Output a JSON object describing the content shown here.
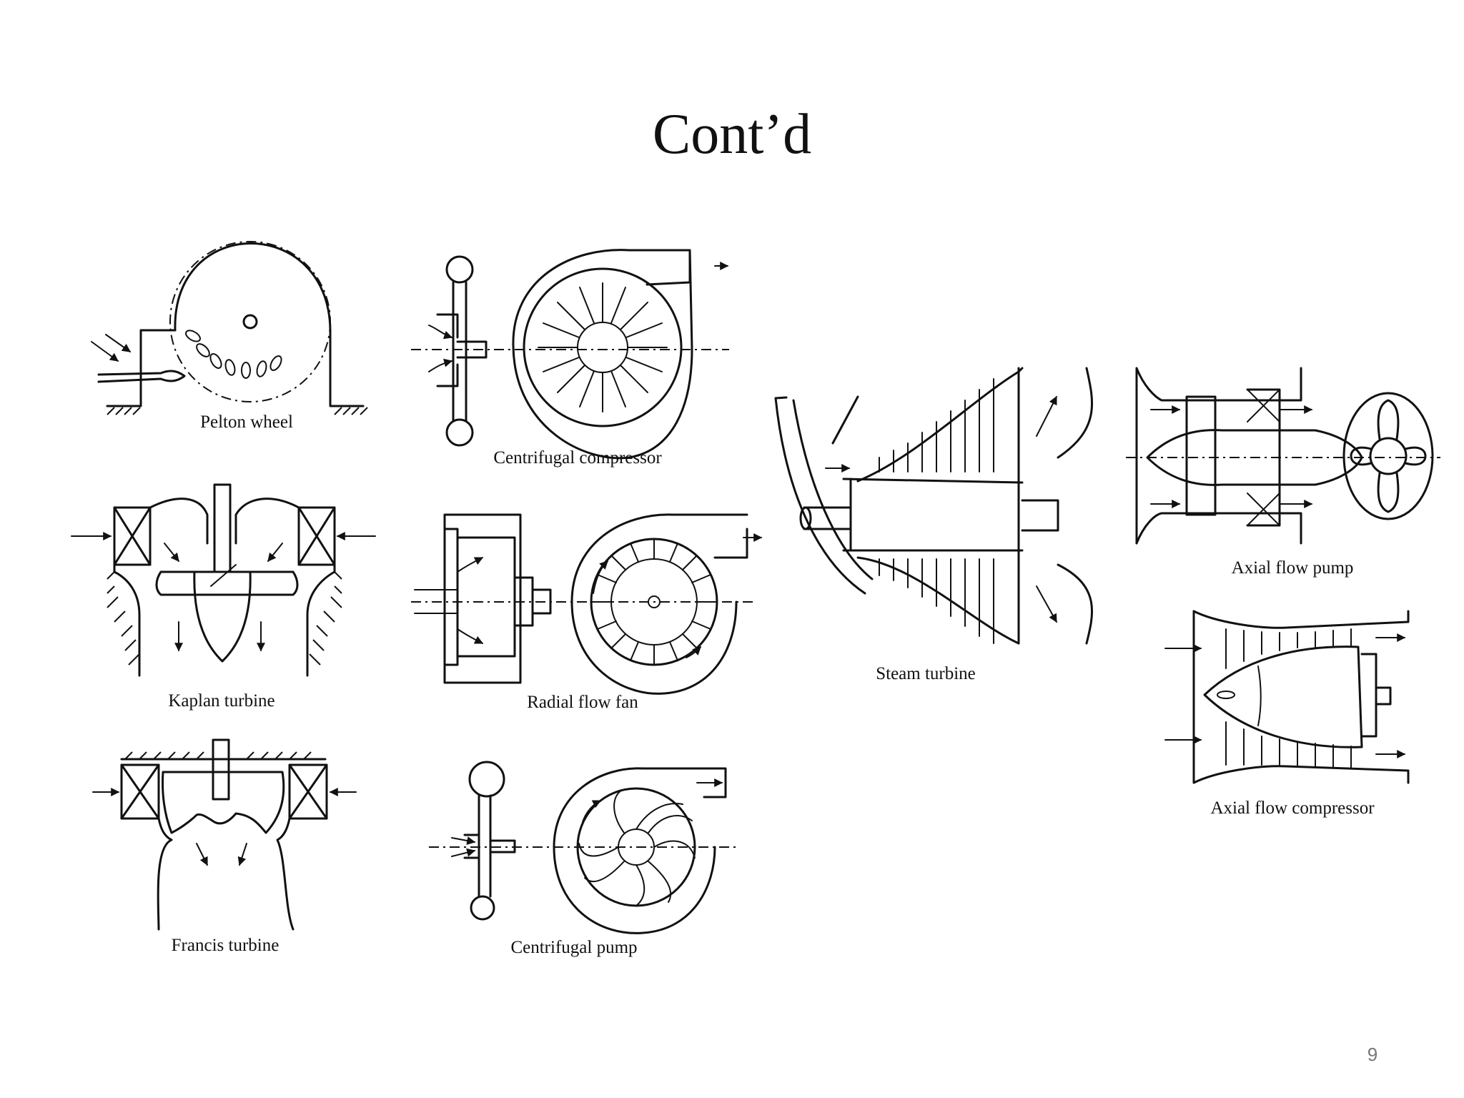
{
  "slide": {
    "title": "Cont’d",
    "page_number": "9"
  },
  "diagrams": {
    "pelton": {
      "label": "Pelton wheel"
    },
    "centrifugal_compressor": {
      "label": "Centrifugal compressor"
    },
    "steam_turbine": {
      "label": "Steam turbine"
    },
    "axial_pump": {
      "label": "Axial flow pump"
    },
    "kaplan": {
      "label": "Kaplan turbine"
    },
    "radial_fan": {
      "label": "Radial flow fan"
    },
    "axial_compressor": {
      "label": "Axial flow compressor"
    },
    "francis": {
      "label": "Francis turbine"
    },
    "centrifugal_pump": {
      "label": "Centrifugal pump"
    }
  }
}
